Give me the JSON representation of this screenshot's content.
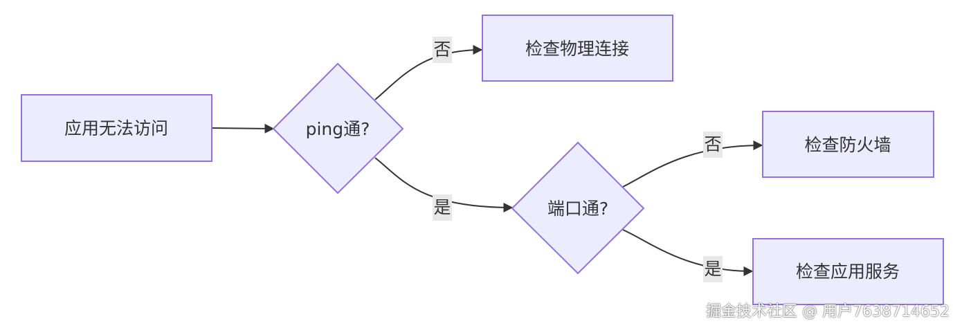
{
  "nodes": {
    "start": "应用无法访问",
    "ping": "ping通?",
    "port": "端口通?",
    "physical": "检查物理连接",
    "firewall": "检查防火墙",
    "service": "检查应用服务"
  },
  "edges": {
    "ping_no": "否",
    "ping_yes": "是",
    "port_no": "否",
    "port_yes": "是"
  },
  "watermark": "掘金技术社区 @ 用户7638714652",
  "colors": {
    "node_fill": "#ECECFF",
    "node_stroke": "#9370DB",
    "edge": "#333333",
    "label_bg": "#E8E8E8"
  }
}
